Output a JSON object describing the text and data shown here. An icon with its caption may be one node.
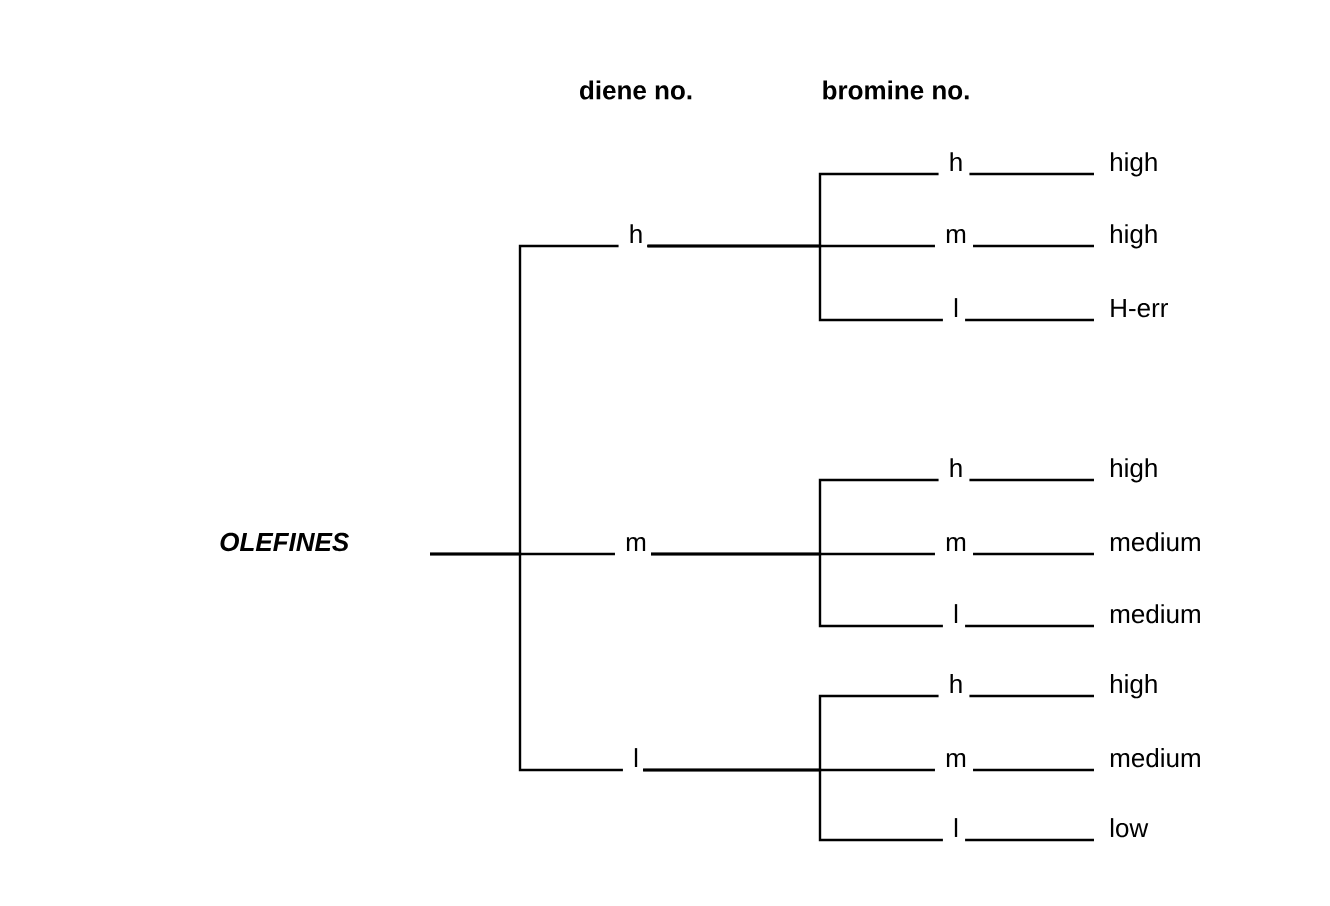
{
  "diagram": {
    "nodes": [
      {
        "text": [
          "OLEFINES"
        ]
      },
      {
        "text": [
          "h"
        ]
      },
      {
        "text": [
          "m"
        ]
      },
      {
        "text": [
          "l"
        ]
      },
      {
        "text": [
          "h"
        ]
      },
      {
        "text": [
          "m"
        ]
      },
      {
        "text": [
          "l"
        ]
      },
      {
        "text": [
          "h"
        ]
      },
      {
        "text": [
          "m"
        ]
      },
      {
        "text": [
          "l"
        ]
      },
      {
        "text": [
          "h"
        ]
      },
      {
        "text": [
          "m"
        ]
      },
      {
        "text": [
          "l"
        ]
      },
      {
        "text": [
          "high"
        ]
      },
      {
        "text": [
          "high"
        ]
      },
      {
        "text": [
          "H-err"
        ]
      },
      {
        "text": [
          "high"
        ]
      },
      {
        "text": [
          "medium"
        ]
      },
      {
        "text": [
          "medium"
        ]
      },
      {
        "text": [
          "high"
        ]
      },
      {
        "text": [
          "medium"
        ]
      },
      {
        "text": [
          "low"
        ]
      }
    ],
    "edges": [
      {
        "from": 0,
        "to": 1,
        "arrow": "none"
      },
      {
        "from": 0,
        "to": 2,
        "arrow": "none"
      },
      {
        "from": 0,
        "to": 3,
        "arrow": "none"
      },
      {
        "from": 1,
        "to": 4,
        "arrow": "none"
      },
      {
        "from": 1,
        "to": 5,
        "arrow": "none"
      },
      {
        "from": 1,
        "to": 6,
        "arrow": "none"
      },
      {
        "from": 2,
        "to": 7,
        "arrow": "none"
      },
      {
        "from": 2,
        "to": 8,
        "arrow": "none"
      },
      {
        "from": 2,
        "to": 9,
        "arrow": "none"
      },
      {
        "from": 3,
        "to": 10,
        "arrow": "none"
      },
      {
        "from": 3,
        "to": 11,
        "arrow": "none"
      },
      {
        "from": 3,
        "to": 12,
        "arrow": "none"
      },
      {
        "from": 4,
        "to": 13,
        "arrow": "none"
      },
      {
        "from": 5,
        "to": 14,
        "arrow": "none"
      },
      {
        "from": 6,
        "to": 15,
        "arrow": "none"
      },
      {
        "from": 7,
        "to": 16,
        "arrow": "none"
      },
      {
        "from": 8,
        "to": 17,
        "arrow": "none"
      },
      {
        "from": 9,
        "to": 18,
        "arrow": "none"
      },
      {
        "from": 10,
        "to": 19,
        "arrow": "none"
      },
      {
        "from": 11,
        "to": 20,
        "arrow": "none"
      },
      {
        "from": 12,
        "to": 21,
        "arrow": "none"
      }
    ],
    "labels": [
      "diene no.",
      "bromine no."
    ]
  }
}
